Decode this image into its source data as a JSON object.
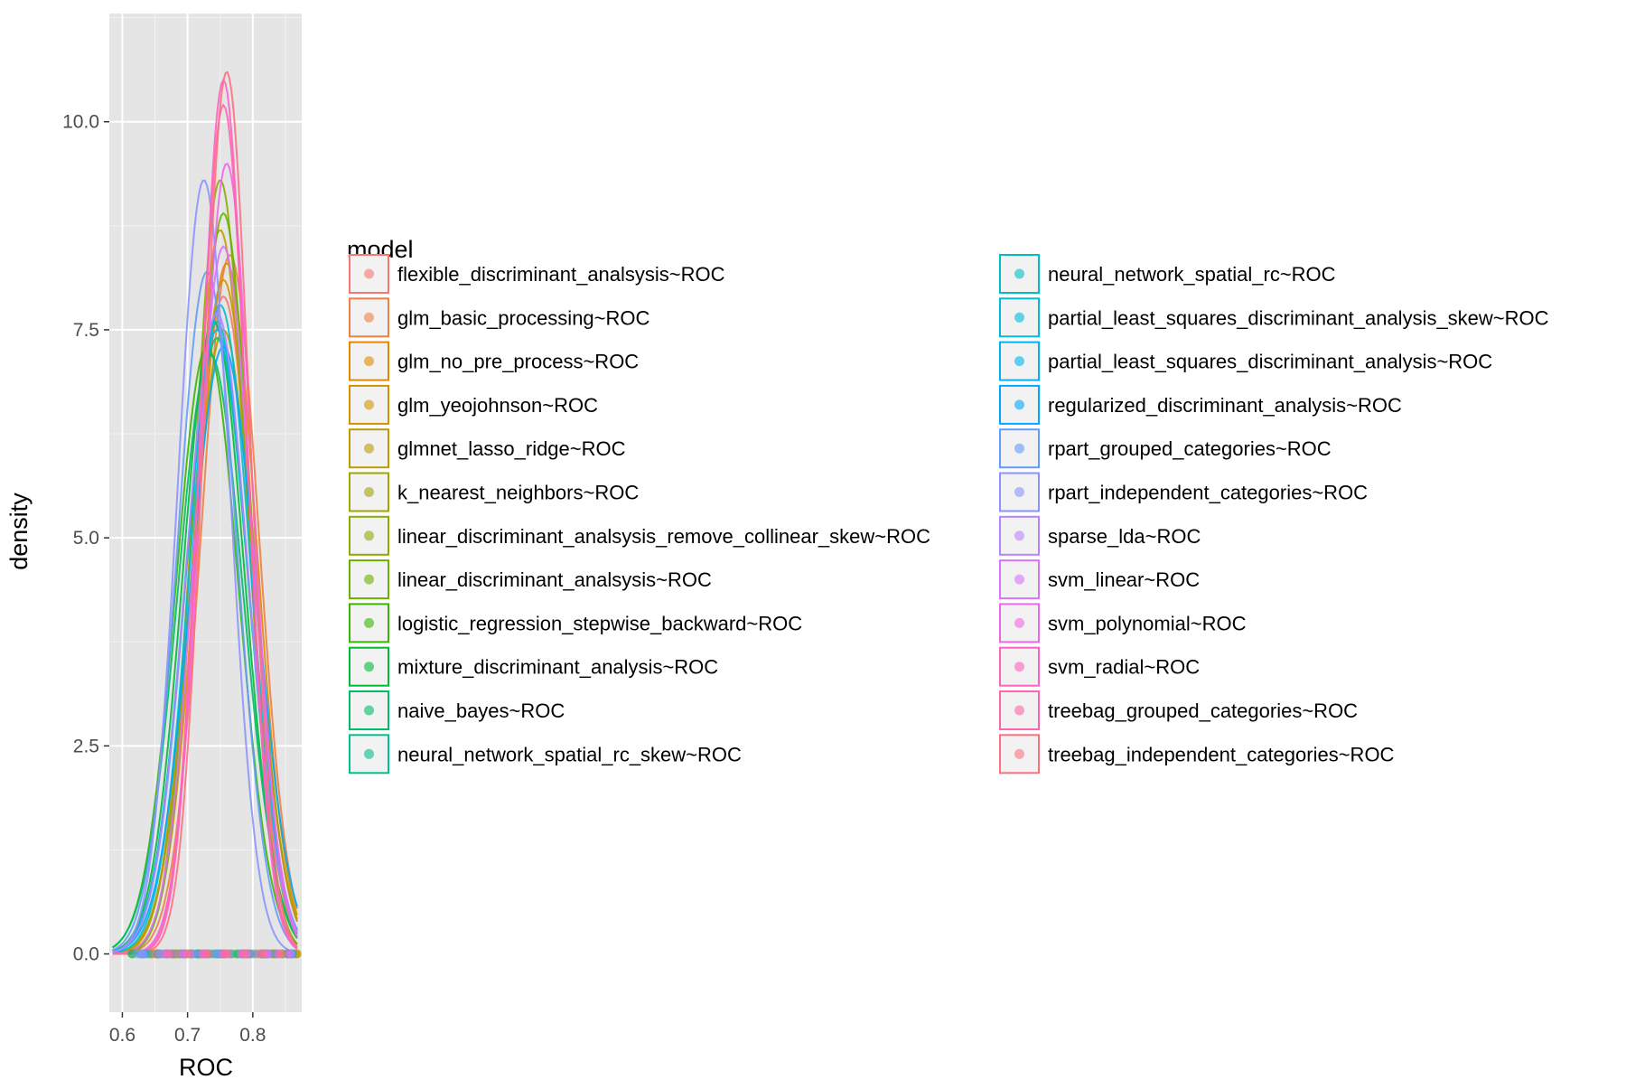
{
  "chart_data": {
    "type": "line",
    "subtype": "density",
    "xlabel": "ROC",
    "ylabel": "density",
    "xlim": [
      0.58,
      0.875
    ],
    "ylim": [
      -0.7,
      11.3
    ],
    "x_ticks": [
      0.6,
      0.7,
      0.8
    ],
    "x_tick_labels": [
      "0.6",
      "0.7",
      "0.8"
    ],
    "y_ticks": [
      0.0,
      2.5,
      5.0,
      7.5,
      10.0
    ],
    "y_tick_labels": [
      "0.0",
      "2.5",
      "5.0",
      "7.5",
      "10.0"
    ],
    "grid": true,
    "panel_background": "#e5e5e5",
    "rug_points_at_zero": true,
    "legend": {
      "title": "model",
      "placement": "right",
      "columns": 2
    },
    "series": [
      {
        "name": "flexible_discriminant_analsysis~ROC",
        "color": "#F8766D",
        "peak_x": 0.755,
        "peak_density": 7.9,
        "sd": 0.046
      },
      {
        "name": "glm_basic_processing~ROC",
        "color": "#EE8044",
        "peak_x": 0.765,
        "peak_density": 8.4,
        "sd": 0.044
      },
      {
        "name": "glm_no_pre_process~ROC",
        "color": "#E18A00",
        "peak_x": 0.76,
        "peak_density": 8.3,
        "sd": 0.045
      },
      {
        "name": "glm_yeojohnson~ROC",
        "color": "#D09400",
        "peak_x": 0.755,
        "peak_density": 8.1,
        "sd": 0.046
      },
      {
        "name": "glmnet_lasso_ridge~ROC",
        "color": "#BE9C00",
        "peak_x": 0.75,
        "peak_density": 8.7,
        "sd": 0.043
      },
      {
        "name": "k_nearest_neighbors~ROC",
        "color": "#A3A500",
        "peak_x": 0.755,
        "peak_density": 7.5,
        "sd": 0.047
      },
      {
        "name": "linear_discriminant_analsysis_remove_collinear_skew~ROC",
        "color": "#8CAB00",
        "peak_x": 0.75,
        "peak_density": 9.3,
        "sd": 0.04
      },
      {
        "name": "linear_discriminant_analsysis~ROC",
        "color": "#6BB100",
        "peak_x": 0.755,
        "peak_density": 8.9,
        "sd": 0.042
      },
      {
        "name": "logistic_regression_stepwise_backward~ROC",
        "color": "#39B600",
        "peak_x": 0.73,
        "peak_density": 7.3,
        "sd": 0.048
      },
      {
        "name": "mixture_discriminant_analysis~ROC",
        "color": "#00BA38",
        "peak_x": 0.74,
        "peak_density": 7.6,
        "sd": 0.047
      },
      {
        "name": "naive_bayes~ROC",
        "color": "#00BE67",
        "peak_x": 0.735,
        "peak_density": 7.2,
        "sd": 0.05
      },
      {
        "name": "neural_network_spatial_rc_skew~ROC",
        "color": "#00C08B",
        "peak_x": 0.745,
        "peak_density": 7.4,
        "sd": 0.048
      },
      {
        "name": "neural_network_spatial_rc~ROC",
        "color": "#00BFC4",
        "peak_x": 0.745,
        "peak_density": 7.6,
        "sd": 0.047
      },
      {
        "name": "partial_least_squares_discriminant_analysis_skew~ROC",
        "color": "#00BCD8",
        "peak_x": 0.75,
        "peak_density": 7.8,
        "sd": 0.046
      },
      {
        "name": "partial_least_squares_discriminant_analysis~ROC",
        "color": "#00B4EF",
        "peak_x": 0.745,
        "peak_density": 7.5,
        "sd": 0.048
      },
      {
        "name": "regularized_discriminant_analysis~ROC",
        "color": "#00A9FF",
        "peak_x": 0.755,
        "peak_density": 7.3,
        "sd": 0.05
      },
      {
        "name": "rpart_grouped_categories~ROC",
        "color": "#619CFF",
        "peak_x": 0.73,
        "peak_density": 8.2,
        "sd": 0.045
      },
      {
        "name": "rpart_independent_categories~ROC",
        "color": "#8B93FF",
        "peak_x": 0.725,
        "peak_density": 9.3,
        "sd": 0.04
      },
      {
        "name": "sparse_lda~ROC",
        "color": "#B983FF",
        "peak_x": 0.745,
        "peak_density": 7.7,
        "sd": 0.047
      },
      {
        "name": "svm_linear~ROC",
        "color": "#DB72FB",
        "peak_x": 0.755,
        "peak_density": 8.5,
        "sd": 0.043
      },
      {
        "name": "svm_polynomial~ROC",
        "color": "#F066EA",
        "peak_x": 0.76,
        "peak_density": 9.5,
        "sd": 0.039
      },
      {
        "name": "svm_radial~ROC",
        "color": "#FF61C3",
        "peak_x": 0.755,
        "peak_density": 10.5,
        "sd": 0.035
      },
      {
        "name": "treebag_grouped_categories~ROC",
        "color": "#FF65AC",
        "peak_x": 0.755,
        "peak_density": 10.2,
        "sd": 0.036
      },
      {
        "name": "treebag_independent_categories~ROC",
        "color": "#FC717F",
        "peak_x": 0.76,
        "peak_density": 10.6,
        "sd": 0.035
      }
    ]
  }
}
